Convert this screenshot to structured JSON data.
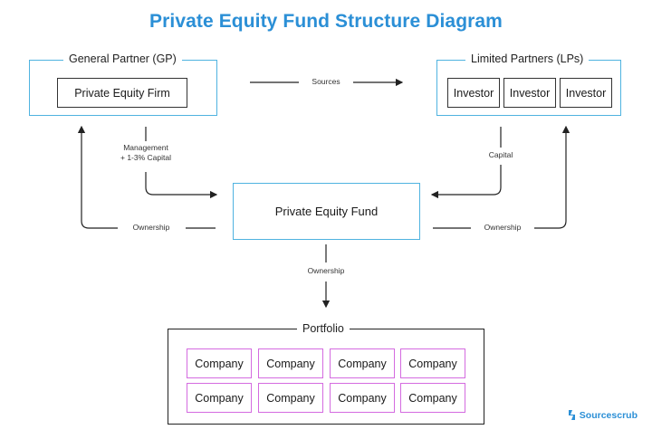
{
  "title": "Private Equity Fund Structure Diagram",
  "gp": {
    "label": "General Partner (GP)",
    "firm": "Private Equity Firm"
  },
  "lp": {
    "label": "Limited Partners (LPs)",
    "investors": [
      "Investor",
      "Investor",
      "Investor"
    ]
  },
  "fund": {
    "label": "Private Equity Fund"
  },
  "edges": {
    "sources": "Sources",
    "management": "Management",
    "management_capital": "+ 1-3% Capital",
    "capital": "Capital",
    "ownership_gp": "Ownership",
    "ownership_lp": "Ownership",
    "ownership_portfolio": "Ownership"
  },
  "portfolio": {
    "label": "Portfolio",
    "row1": [
      "Company",
      "Company",
      "Company",
      "Company"
    ],
    "row2": [
      "Company",
      "Company",
      "Company",
      "Company"
    ]
  },
  "brand": {
    "name": "Sourcescrub",
    "icon": "sourcescrub-logo-icon"
  },
  "colors": {
    "accent": "#2b8fd6",
    "box_border": "#4fb3e0",
    "company_border": "#d46be0"
  }
}
